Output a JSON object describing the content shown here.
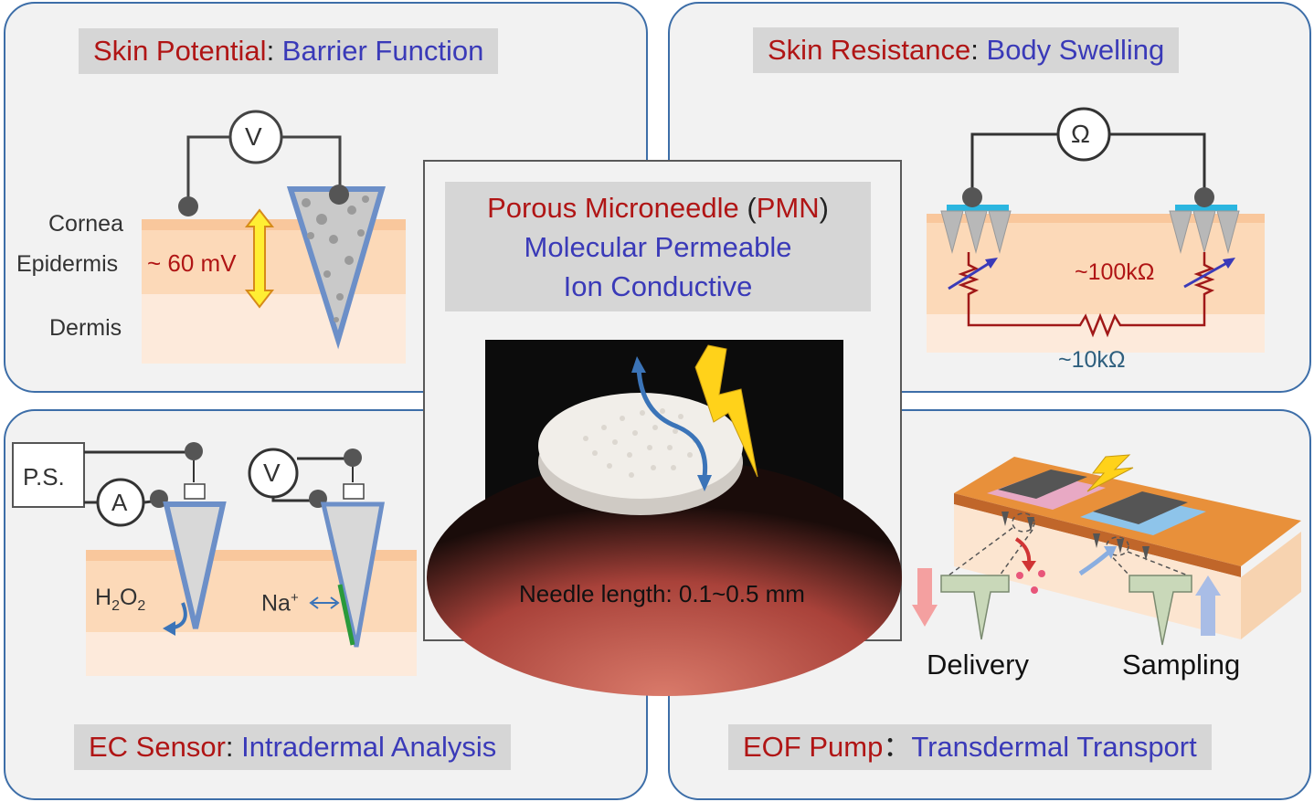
{
  "top_left": {
    "title_a": "Skin Potential",
    "title_sep": ": ",
    "title_b": "Barrier Function",
    "meter": "V",
    "layer_cornea": "Cornea",
    "layer_epidermis": "Epidermis",
    "layer_dermis": "Dermis",
    "potential": "~ 60 mV"
  },
  "top_right": {
    "title_a": "Skin Resistance",
    "title_sep": ": ",
    "title_b": "Body Swelling",
    "meter": "Ω",
    "r_skin": "~100kΩ",
    "r_body": "~10kΩ"
  },
  "center": {
    "line1_a": "Porous Microneedle",
    "line1_b": " (",
    "line1_c": "PMN",
    "line1_d": ")",
    "line2": "Molecular Permeable",
    "line3": "Ion Conductive",
    "caption": "Needle length: 0.1~0.5 mm"
  },
  "bottom_left": {
    "title_a": "EC Sensor",
    "title_sep": ": ",
    "title_b": "Intradermal Analysis",
    "ps": "P.S.",
    "ammeter": "A",
    "voltmeter": "V",
    "h2o2_h": "H",
    "h2o2_2a": "2",
    "h2o2_o": "O",
    "h2o2_2b": "2",
    "na": "Na",
    "na_plus": "+"
  },
  "bottom_right": {
    "title_a": "EOF Pump",
    "title_sep": "：",
    "title_b": "Transdermal Transport",
    "delivery": "Delivery",
    "sampling": "Sampling"
  },
  "colors": {
    "panel_border": "#3d6ea8",
    "title_red": "#b01515",
    "title_blue": "#3a3ab8",
    "epidermis": "#fcd9b8",
    "dermis": "#fdeadb"
  }
}
